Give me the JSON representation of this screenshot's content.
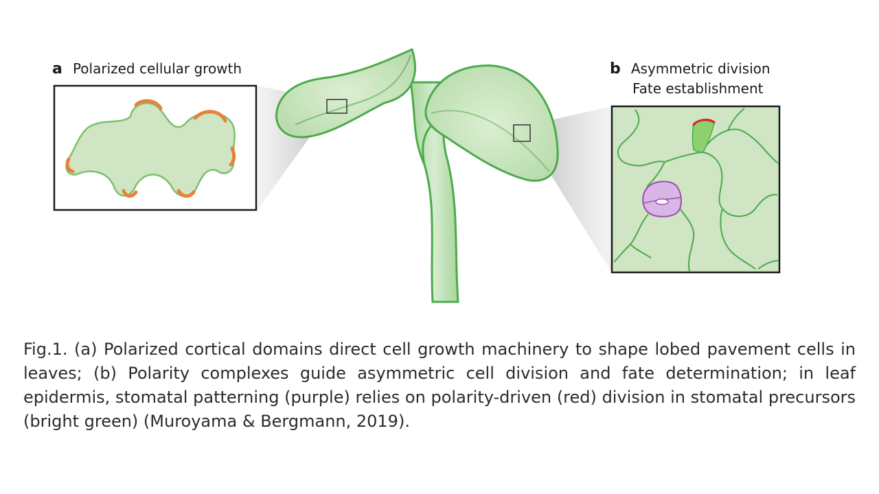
{
  "panel_a": {
    "letter": "a",
    "title": "Polarized cellular growth"
  },
  "panel_b": {
    "letter": "b",
    "title_line1": "Asymmetric division",
    "title_line2": "Fate establishment"
  },
  "caption": "Fig.1. (a) Polarized cortical domains direct cell growth machinery to shape lobed pavement cells in leaves; (b) Polarity complexes guide asymmetric cell division and fate determination; in leaf epidermis, stomatal patterning (purple) relies on polarity-driven (red) division in stomatal precursors (bright green) (Muroyama & Bergmann, 2019).",
  "colors": {
    "tissue_fill": "#cfe5c3",
    "tissue_stroke": "#4caa4c",
    "polarity_orange": "#e8823a",
    "stomata_purple": "#d9b6e6",
    "stomata_stroke": "#9a4fb5",
    "precursor_green": "#8ecf6e",
    "division_red": "#e02020"
  }
}
